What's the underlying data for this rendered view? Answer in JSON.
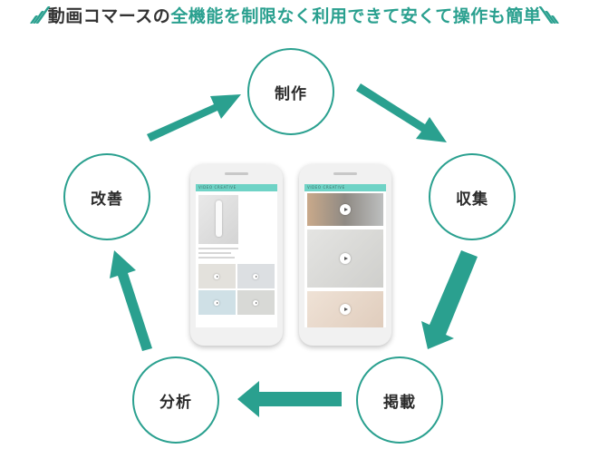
{
  "headline": {
    "part1": "動画コマースの",
    "part2": "全機能を制限なく利用できて安くて操作も簡単"
  },
  "nodes": {
    "production": "制作",
    "collection": "収集",
    "publishing": "掲載",
    "analysis": "分析",
    "improvement": "改善"
  },
  "phones": {
    "left_bar": "VIDEO CREATIVE",
    "right_bar": "VIDEO CREATIVE"
  },
  "colors": {
    "accent": "#2aa08f",
    "text": "#333333",
    "bar": "#6fd3c6"
  }
}
